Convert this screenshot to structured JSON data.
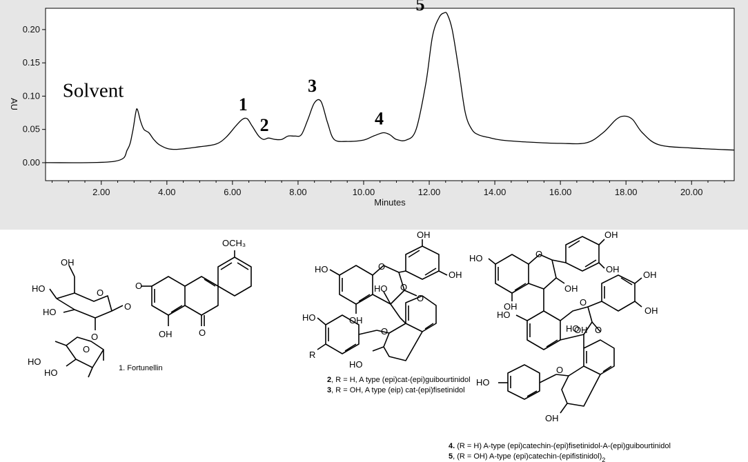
{
  "chart_data": {
    "type": "line",
    "xlabel": "Minutes",
    "ylabel": "AU",
    "xlim": [
      0.3,
      21.3
    ],
    "ylim": [
      -0.027,
      0.232
    ],
    "xticks": [
      "2.00",
      "4.00",
      "6.00",
      "8.00",
      "10.00",
      "12.00",
      "14.00",
      "16.00",
      "18.00",
      "20.00"
    ],
    "xtick_values": [
      2,
      4,
      6,
      8,
      10,
      12,
      14,
      16,
      18,
      20
    ],
    "yticks": [
      "0.00",
      "0.05",
      "0.10",
      "0.15",
      "0.20"
    ],
    "ytick_values": [
      0,
      0.05,
      0.1,
      0.15,
      0.2
    ],
    "series": [
      {
        "x": [
          0.3,
          2.4,
          2.8,
          2.95,
          3.05,
          3.1,
          3.2,
          3.3,
          3.45,
          3.6,
          3.8,
          4.2,
          5.0,
          5.5,
          5.8,
          6.1,
          6.3,
          6.45,
          6.6,
          6.8,
          6.95,
          7.1,
          7.3,
          7.5,
          7.7,
          7.9,
          8.1,
          8.3,
          8.5,
          8.7,
          8.9,
          9.1,
          9.5,
          10.0,
          10.3,
          10.6,
          10.8,
          11.0,
          11.3,
          11.6,
          11.9,
          12.1,
          12.3,
          12.45,
          12.55,
          12.7,
          12.9,
          13.1,
          13.3,
          13.5,
          13.8,
          14.2,
          15.0,
          16.0,
          16.8,
          17.3,
          17.7,
          17.95,
          18.2,
          18.5,
          19.0,
          20.0,
          21.3
        ],
        "y": [
          0.0,
          0.002,
          0.02,
          0.045,
          0.075,
          0.08,
          0.062,
          0.05,
          0.045,
          0.035,
          0.026,
          0.02,
          0.024,
          0.028,
          0.038,
          0.055,
          0.065,
          0.066,
          0.055,
          0.04,
          0.035,
          0.037,
          0.035,
          0.035,
          0.04,
          0.04,
          0.042,
          0.065,
          0.09,
          0.092,
          0.06,
          0.035,
          0.032,
          0.034,
          0.04,
          0.045,
          0.042,
          0.035,
          0.034,
          0.05,
          0.12,
          0.19,
          0.218,
          0.225,
          0.223,
          0.2,
          0.14,
          0.075,
          0.05,
          0.042,
          0.038,
          0.034,
          0.031,
          0.029,
          0.03,
          0.045,
          0.065,
          0.07,
          0.065,
          0.045,
          0.027,
          0.022,
          0.019
        ]
      }
    ],
    "annotations": [
      {
        "text": "Solvent",
        "x": 3.1,
        "y": 0.08
      },
      {
        "text": "1",
        "x": 6.45,
        "y": 0.066
      },
      {
        "text": "2",
        "x": 7.1,
        "y": 0.037
      },
      {
        "text": "3",
        "x": 8.6,
        "y": 0.092
      },
      {
        "text": "4",
        "x": 10.6,
        "y": 0.045
      },
      {
        "text": "5",
        "x": 12.4,
        "y": 0.225
      }
    ]
  },
  "structures": {
    "s1": {
      "atoms": [
        "OH",
        "HO",
        "HO",
        "O",
        "O",
        "O",
        "O",
        "O",
        "OH",
        "O",
        "OCH₃",
        "HO",
        "HO"
      ],
      "caption": "1. Fortunellin"
    },
    "s2": {
      "atoms": [
        "OH",
        "OH",
        "HO",
        "O",
        "HO",
        "O",
        "O",
        "OH",
        "HO",
        "R",
        "O",
        "HO"
      ],
      "caption_lines": [
        {
          "num": "2",
          "text": ", R = H, A type (epi)cat-(epi)guibourtinidol"
        },
        {
          "num": "3",
          "text": ", R = OH, A type (eip) cat-(epi)fisetinidol"
        }
      ]
    },
    "s3": {
      "atoms": [
        "OH",
        "OH",
        "HO",
        "O",
        "OH",
        "OH",
        "OH",
        "OH",
        "HO",
        "O",
        "HO",
        "O",
        "OH",
        "O",
        "HO",
        "OH"
      ],
      "caption_lines": [
        {
          "num": "4.",
          "text": " (R = H) A-type (epi)catechin-(epi)fisetinidol-A-(epi)guibourtinidol"
        },
        {
          "num": "5",
          "text": ", (R = OH) A-type (epi)catechin-(epifistinidol)",
          "sub": "2"
        }
      ]
    }
  },
  "colors": {
    "panel": "#e6e6e6",
    "trace": "#000000",
    "r_group": "#2233cc"
  }
}
